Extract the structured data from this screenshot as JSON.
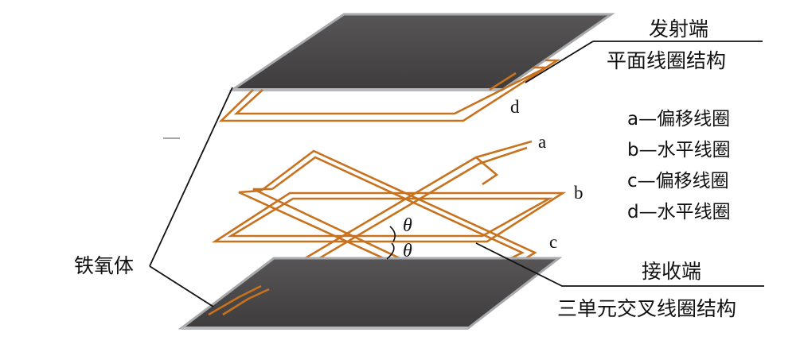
{
  "transmitter": {
    "title": "发射端",
    "subtitle": "平面线圈结构"
  },
  "receiver": {
    "title": "接收端",
    "subtitle": "三单元交叉线圈结构"
  },
  "ferrite_label": "铁氧体",
  "coil_letters": {
    "a": "a",
    "b": "b",
    "c": "c",
    "d": "d"
  },
  "angle_symbol": "θ",
  "legend": [
    "a—偏移线圈",
    "b—水平线圈",
    "c—偏移线圈",
    "d—水平线圈"
  ],
  "colors": {
    "ferrite_fill": "#4a4849",
    "ferrite_edge": "#a7a9ac",
    "coil": "#c8721e",
    "text": "#111111"
  }
}
